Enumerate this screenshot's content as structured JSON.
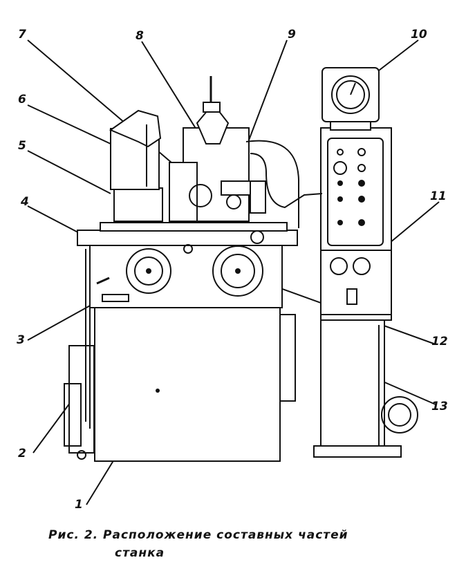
{
  "figure": {
    "caption_line1": "Рис. 2. Расположение составных частей",
    "caption_line2": "станка"
  },
  "callouts": [
    {
      "id": "1",
      "label": "1"
    },
    {
      "id": "2",
      "label": "2"
    },
    {
      "id": "3",
      "label": "3"
    },
    {
      "id": "4",
      "label": "4"
    },
    {
      "id": "5",
      "label": "5"
    },
    {
      "id": "6",
      "label": "6"
    },
    {
      "id": "7",
      "label": "7"
    },
    {
      "id": "8",
      "label": "8"
    },
    {
      "id": "9",
      "label": "9"
    },
    {
      "id": "10",
      "label": "10"
    },
    {
      "id": "11",
      "label": "11"
    },
    {
      "id": "12",
      "label": "12"
    },
    {
      "id": "13",
      "label": "13"
    }
  ]
}
